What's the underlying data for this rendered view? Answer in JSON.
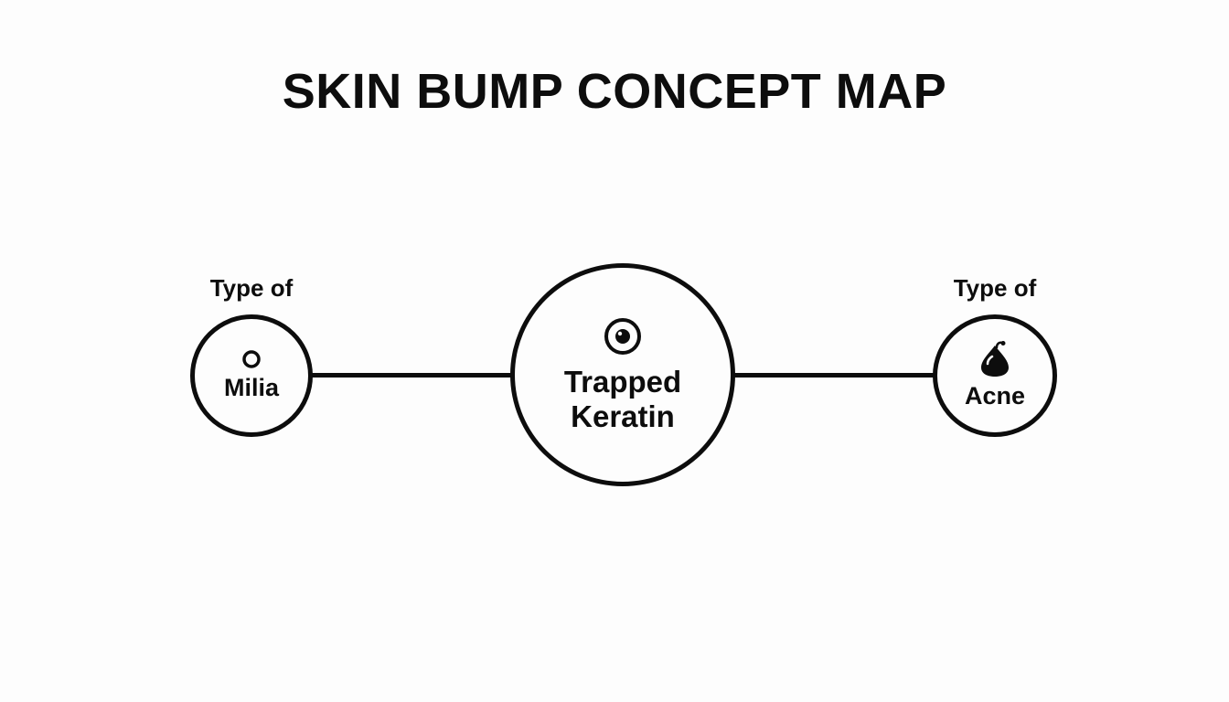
{
  "title": "SKIN BUMP CONCEPT MAP",
  "nodes": {
    "left": {
      "label": "Milia",
      "icon": "small-ring-icon"
    },
    "center": {
      "label": "Trapped Keratin",
      "icon": "target-icon"
    },
    "right": {
      "label": "Acne",
      "icon": "pimple-drop-icon"
    }
  },
  "relations": {
    "left": "Type of",
    "right": "Type of"
  },
  "colors": {
    "ink": "#0d0d0d",
    "background": "#fdfdfd"
  }
}
